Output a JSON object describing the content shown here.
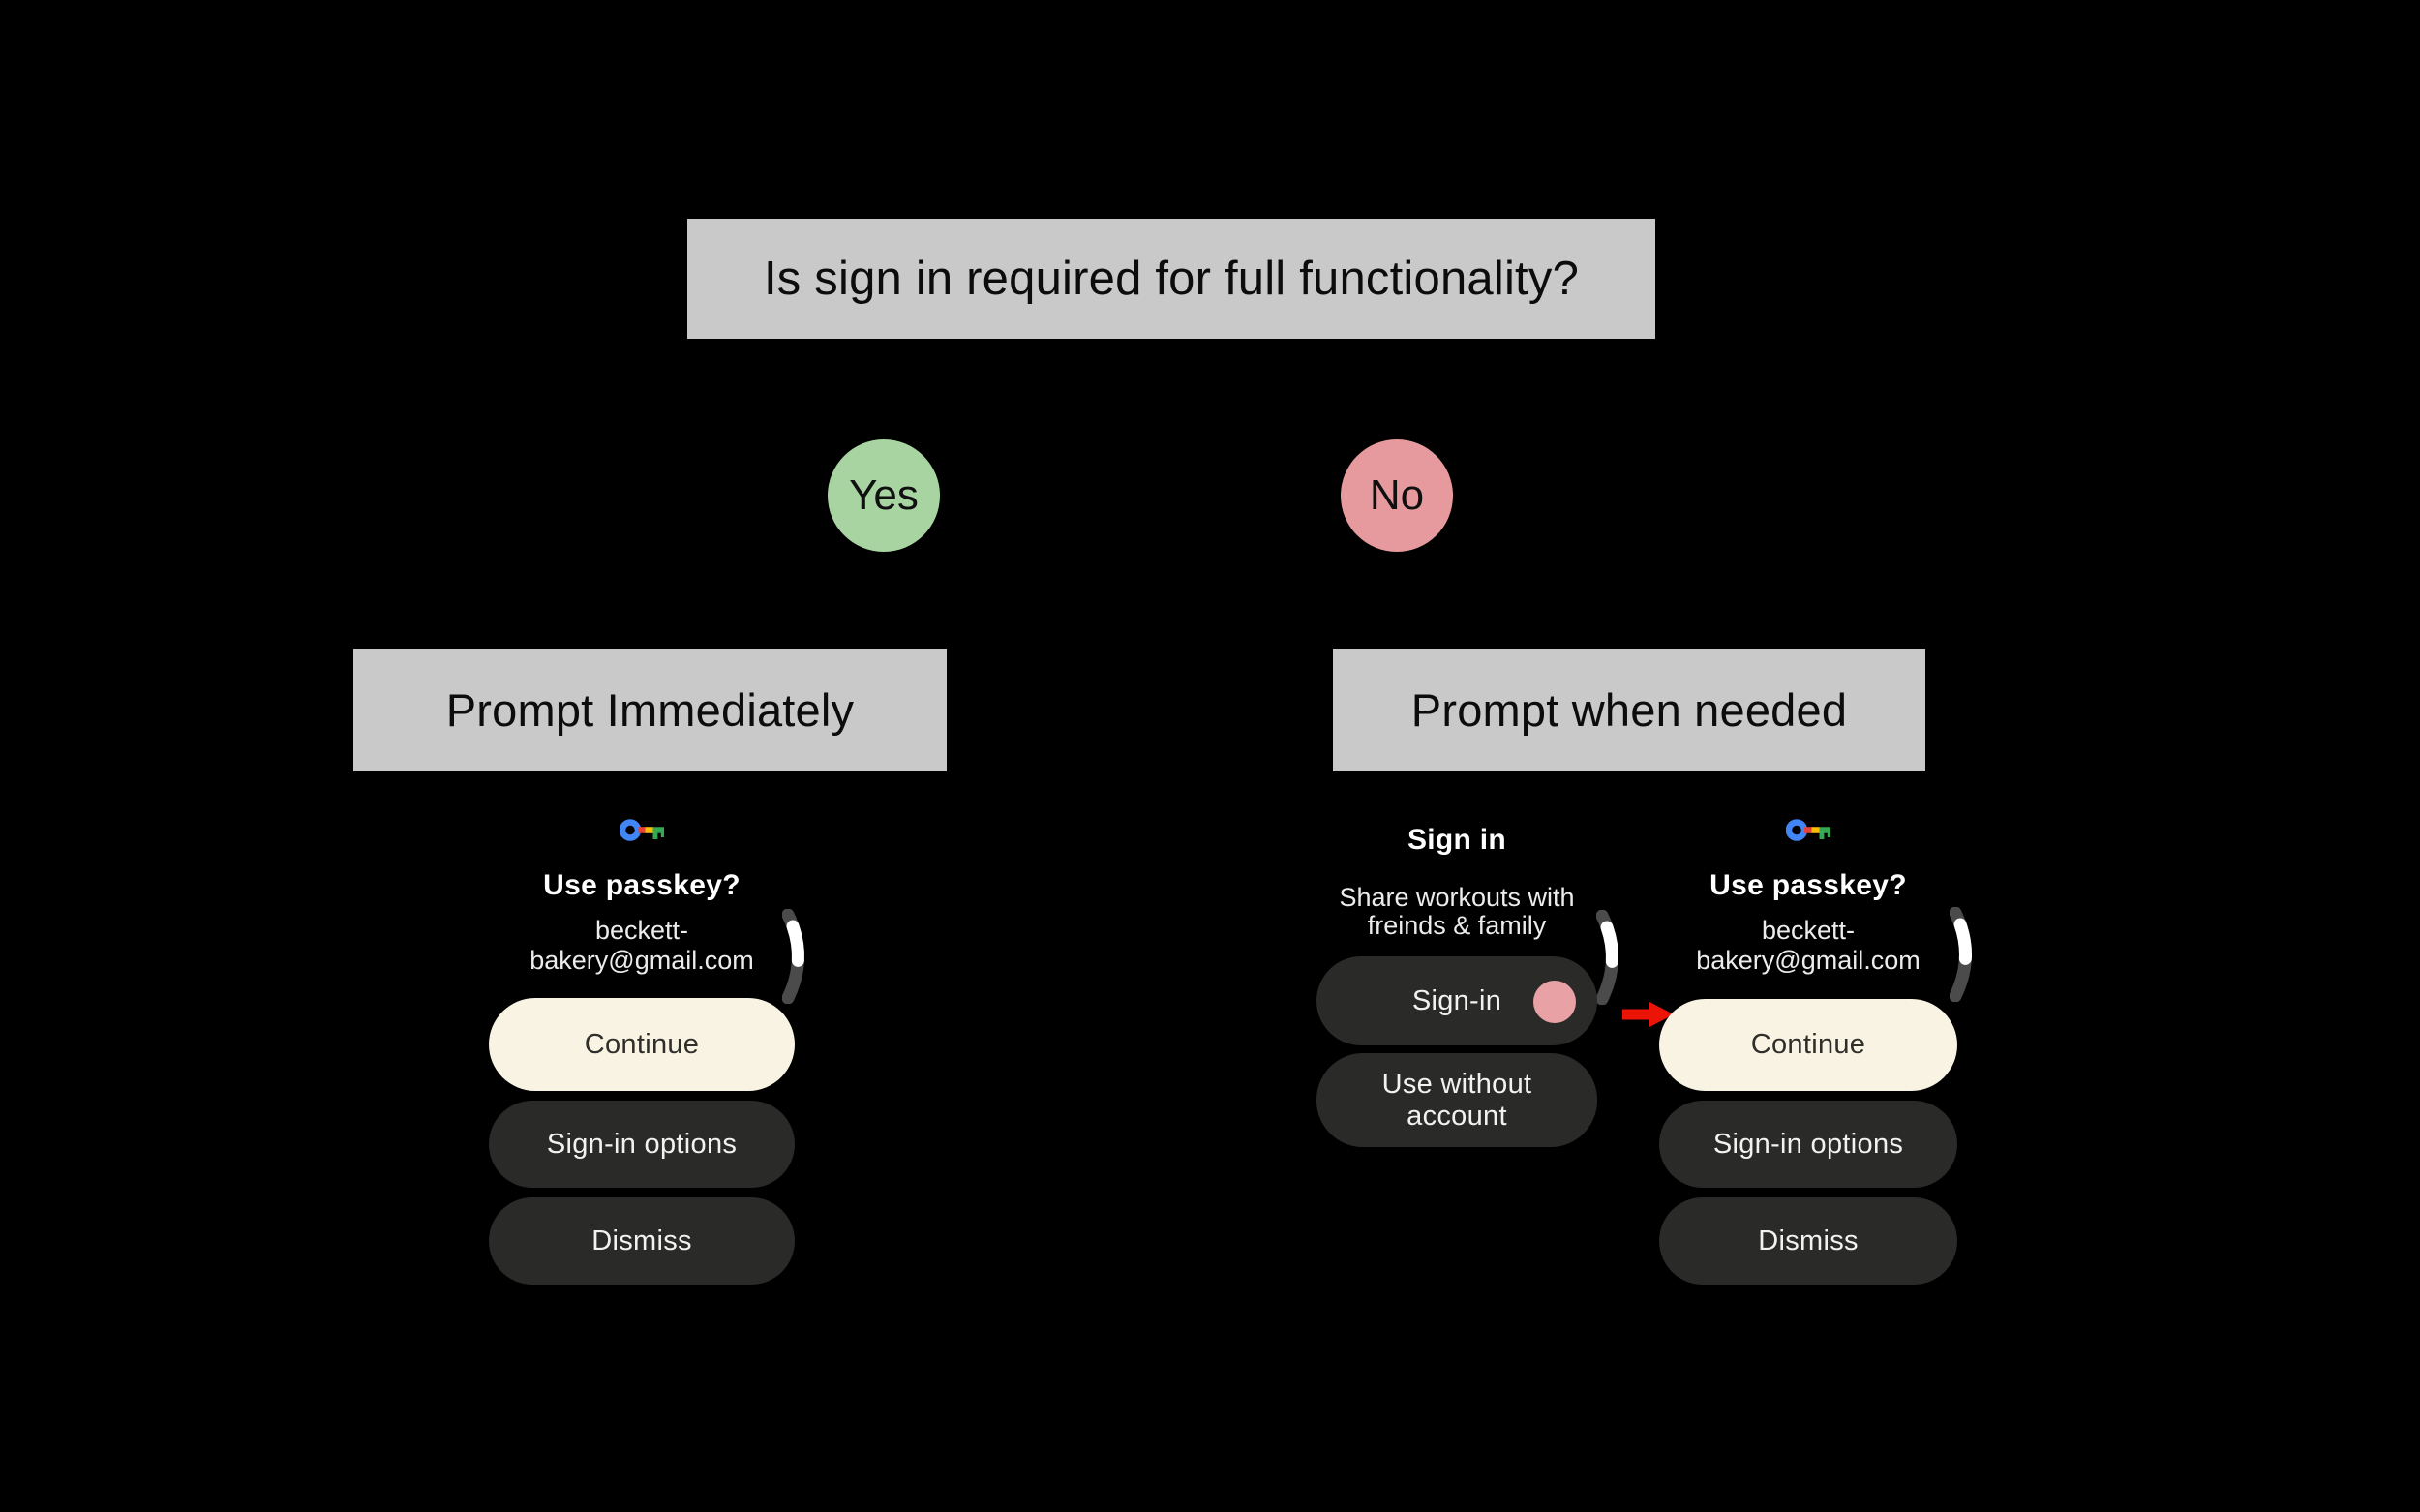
{
  "flowchart": {
    "question": "Is sign in required for full functionality?",
    "yes_label": "Yes",
    "no_label": "No",
    "yes_outcome": "Prompt Immediately",
    "no_outcome": "Prompt when needed"
  },
  "passkey_screen": {
    "icon": "passkey-key-icon",
    "title": "Use passkey?",
    "account_line1": "beckett-",
    "account_line2": "bakery@gmail.com",
    "continue_label": "Continue",
    "options_label": "Sign-in options",
    "dismiss_label": "Dismiss"
  },
  "signin_screen": {
    "title": "Sign in",
    "subtitle_line1": "Share workouts with",
    "subtitle_line2": "freinds & family",
    "signin_label": "Sign-in",
    "use_without_line1": "Use without",
    "use_without_line2": "account"
  },
  "colors": {
    "background": "#000000",
    "flow_box_gray": "#c9c9c9",
    "yes_green": "#a8d4a2",
    "no_pink": "#e69a9d",
    "primary_button_cream": "#f8f3e3",
    "secondary_button_dark": "#2a2a28",
    "tap_indicator_pink": "#e8a2a5",
    "arrow_red": "#ec1307",
    "scrollbar_track": "#4b4b4b",
    "scrollbar_thumb": "#ffffff",
    "passkey_icon_blue": "#4285f4",
    "passkey_icon_red": "#ea4335",
    "passkey_icon_yellow": "#fbbc04",
    "passkey_icon_green": "#34a853"
  }
}
